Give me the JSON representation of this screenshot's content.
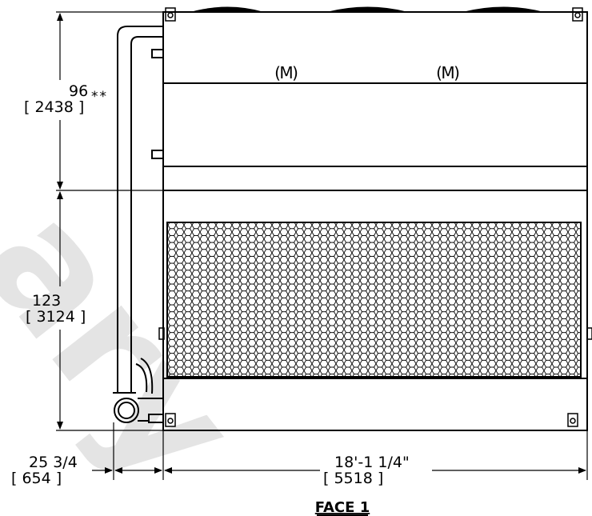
{
  "dimensions": {
    "upper_height": {
      "imperial": "96",
      "metric": "[ 2438 ]"
    },
    "lower_height": {
      "imperial": "123",
      "metric": "[ 3124 ]"
    },
    "side_offset": {
      "imperial": "25 3/4",
      "metric": "[ 654 ]"
    },
    "total_width": {
      "imperial": "18'-1 1/4\"",
      "metric": "[ 5518 ]"
    }
  },
  "note_marker": "**",
  "view_label": "FACE 1",
  "logo_letter": "M",
  "watermark_text": "ary"
}
